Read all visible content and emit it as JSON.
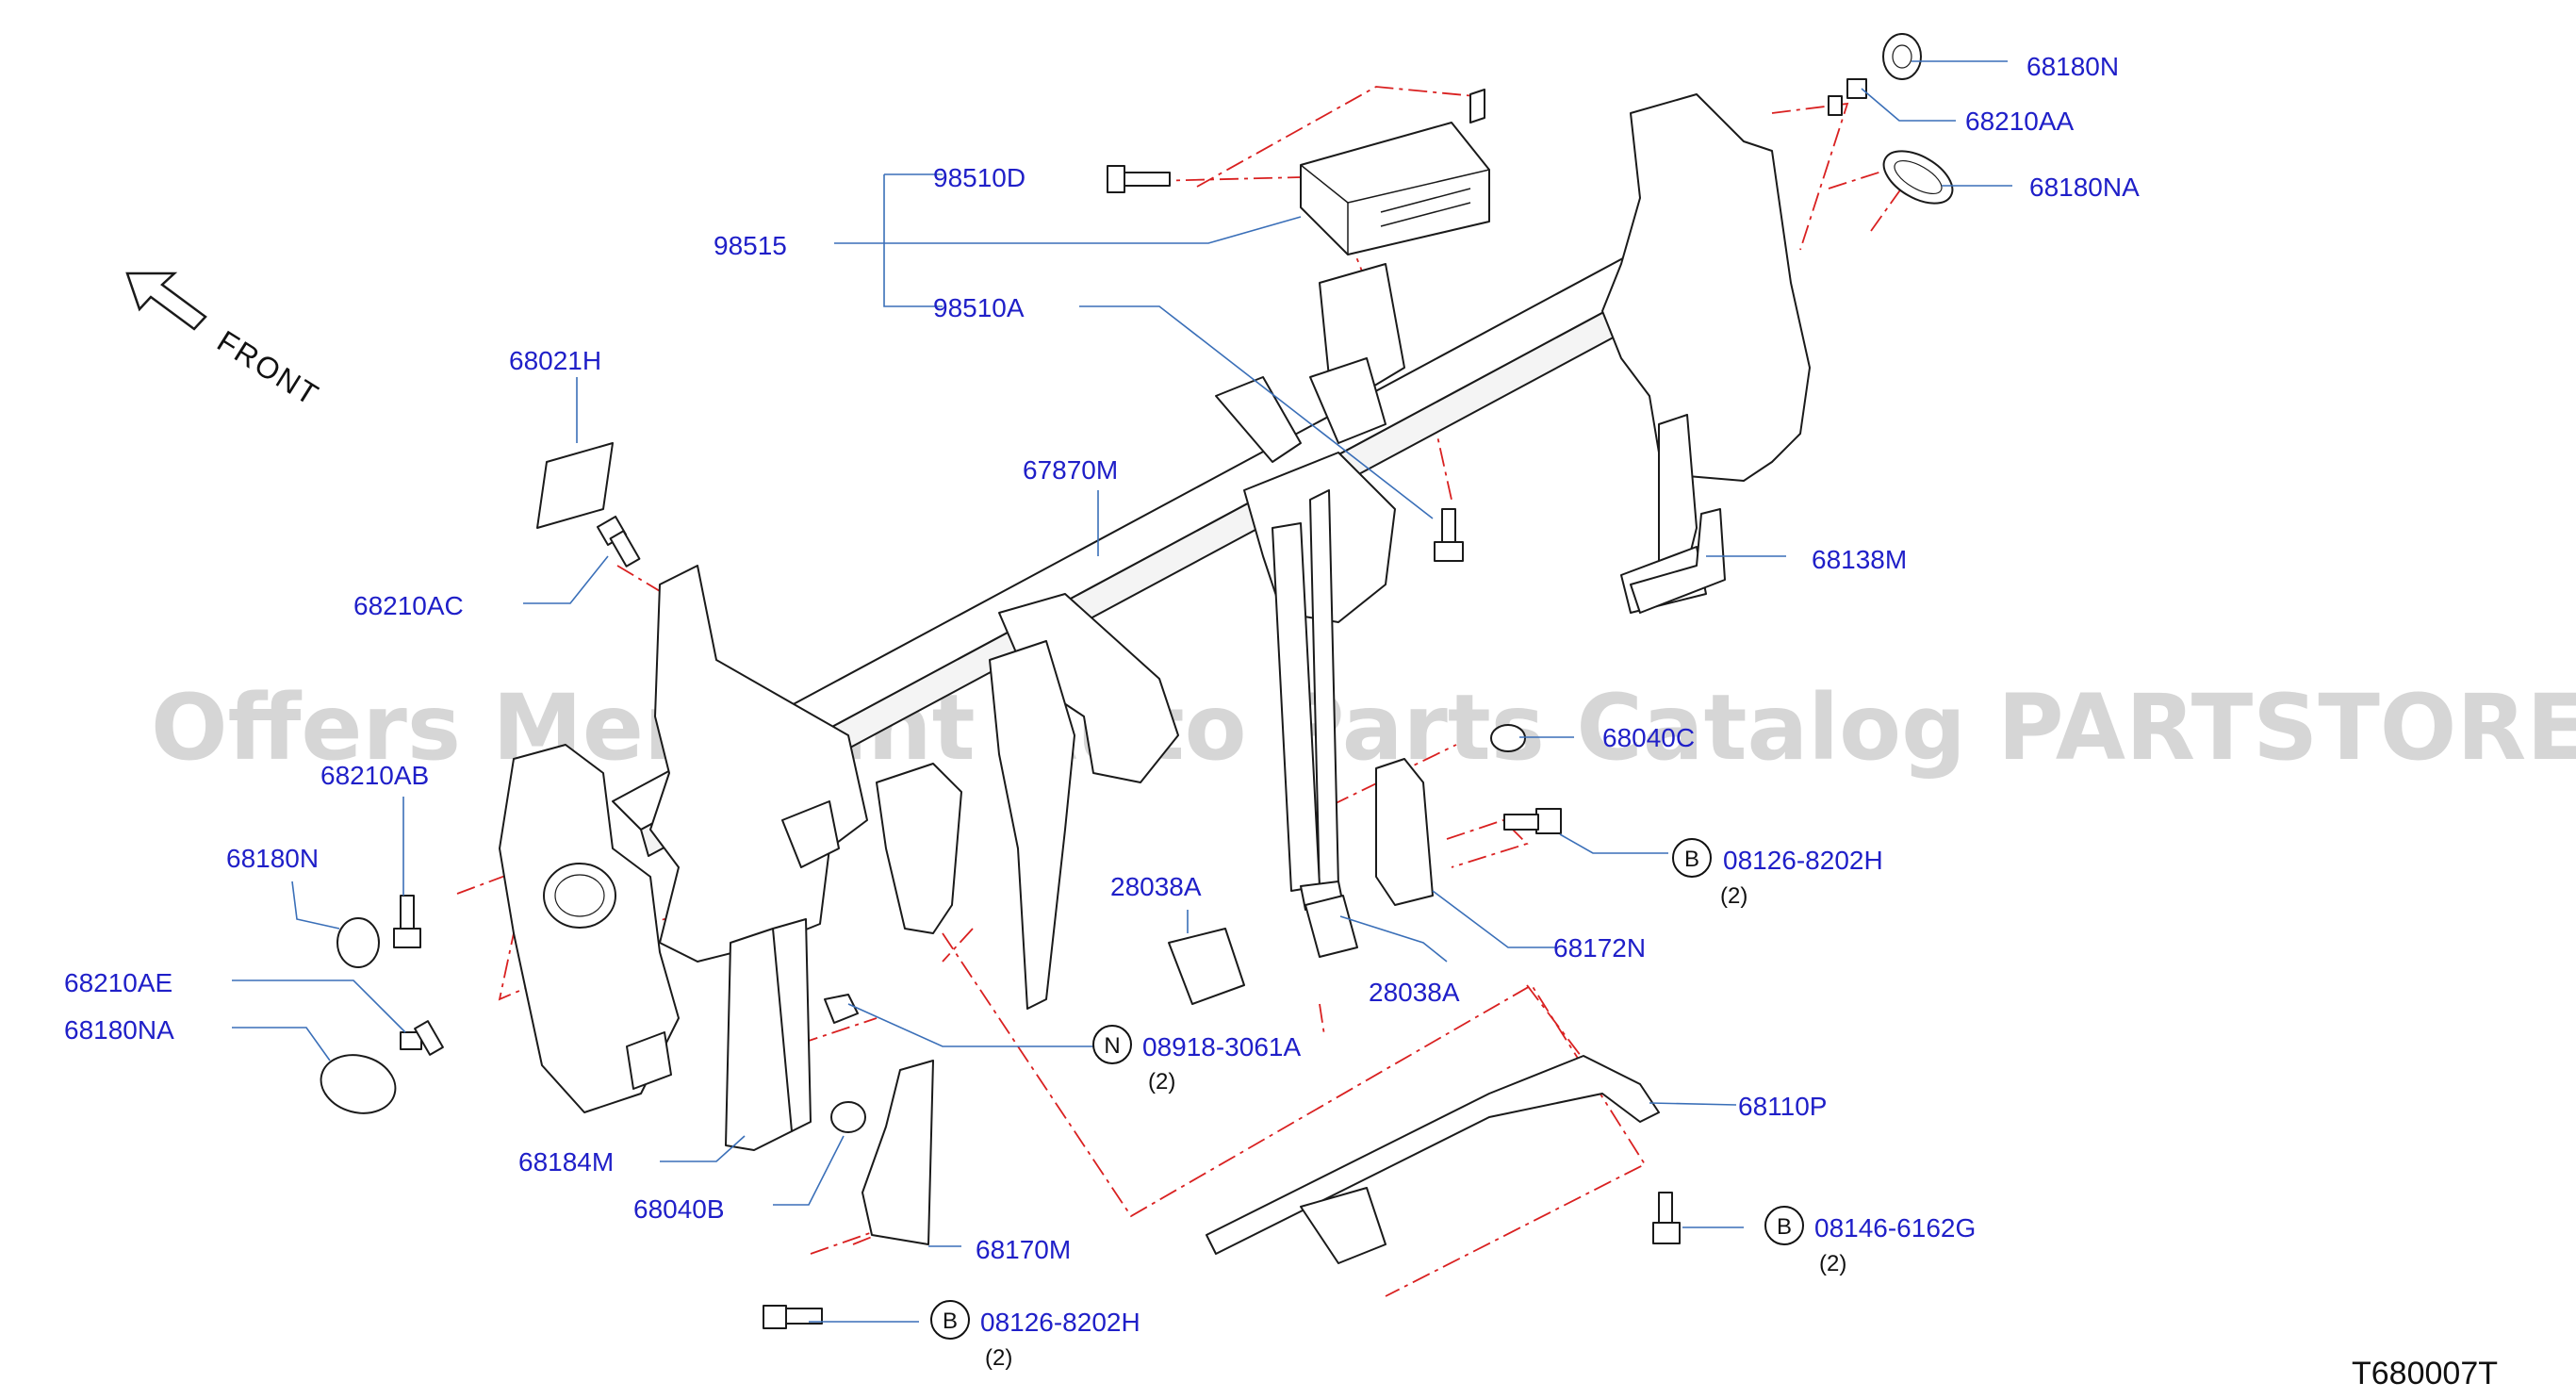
{
  "watermark": "Offers Merchant Auto Parts Catalog PARTSTORE.SA",
  "front_label": "FRONT",
  "diagram_code": "T680007T",
  "labels": {
    "l_68180N_r": "68180N",
    "l_68210AA": "68210AA",
    "l_68180NA_r": "68180NA",
    "l_98510D": "98510D",
    "l_98515": "98515",
    "l_98510A": "98510A",
    "l_68021H": "68021H",
    "l_67870M": "67870M",
    "l_68138M": "68138M",
    "l_68210AC": "68210AC",
    "l_68040C": "68040C",
    "l_68210AB": "68210AB",
    "l_68180N_l": "68180N",
    "l_68210AE": "68210AE",
    "l_68180NA_l": "68180NA",
    "l_28038A_a": "28038A",
    "l_28038A_b": "28038A",
    "l_08126_8202H_a": "08126-8202H",
    "l_68172N": "68172N",
    "l_08918_3061A": "08918-3061A",
    "l_68110P": "68110P",
    "l_68184M": "68184M",
    "l_68040B": "68040B",
    "l_68170M": "68170M",
    "l_08146_6162G": "08146-6162G",
    "l_08126_8202H_b": "08126-8202H"
  },
  "quantities": {
    "q_08126_a": "(2)",
    "q_08918": "(2)",
    "q_08146": "(2)",
    "q_08126_b": "(2)"
  },
  "badges": {
    "b_08126_a": "B",
    "b_08918": "N",
    "b_08146": "B",
    "b_08126_b": "B"
  },
  "colors": {
    "label_text": "#1f1fc8",
    "leader_line": "#3a6fb8",
    "phantom_line": "#d92020",
    "part_outline": "#1a1a1a"
  }
}
